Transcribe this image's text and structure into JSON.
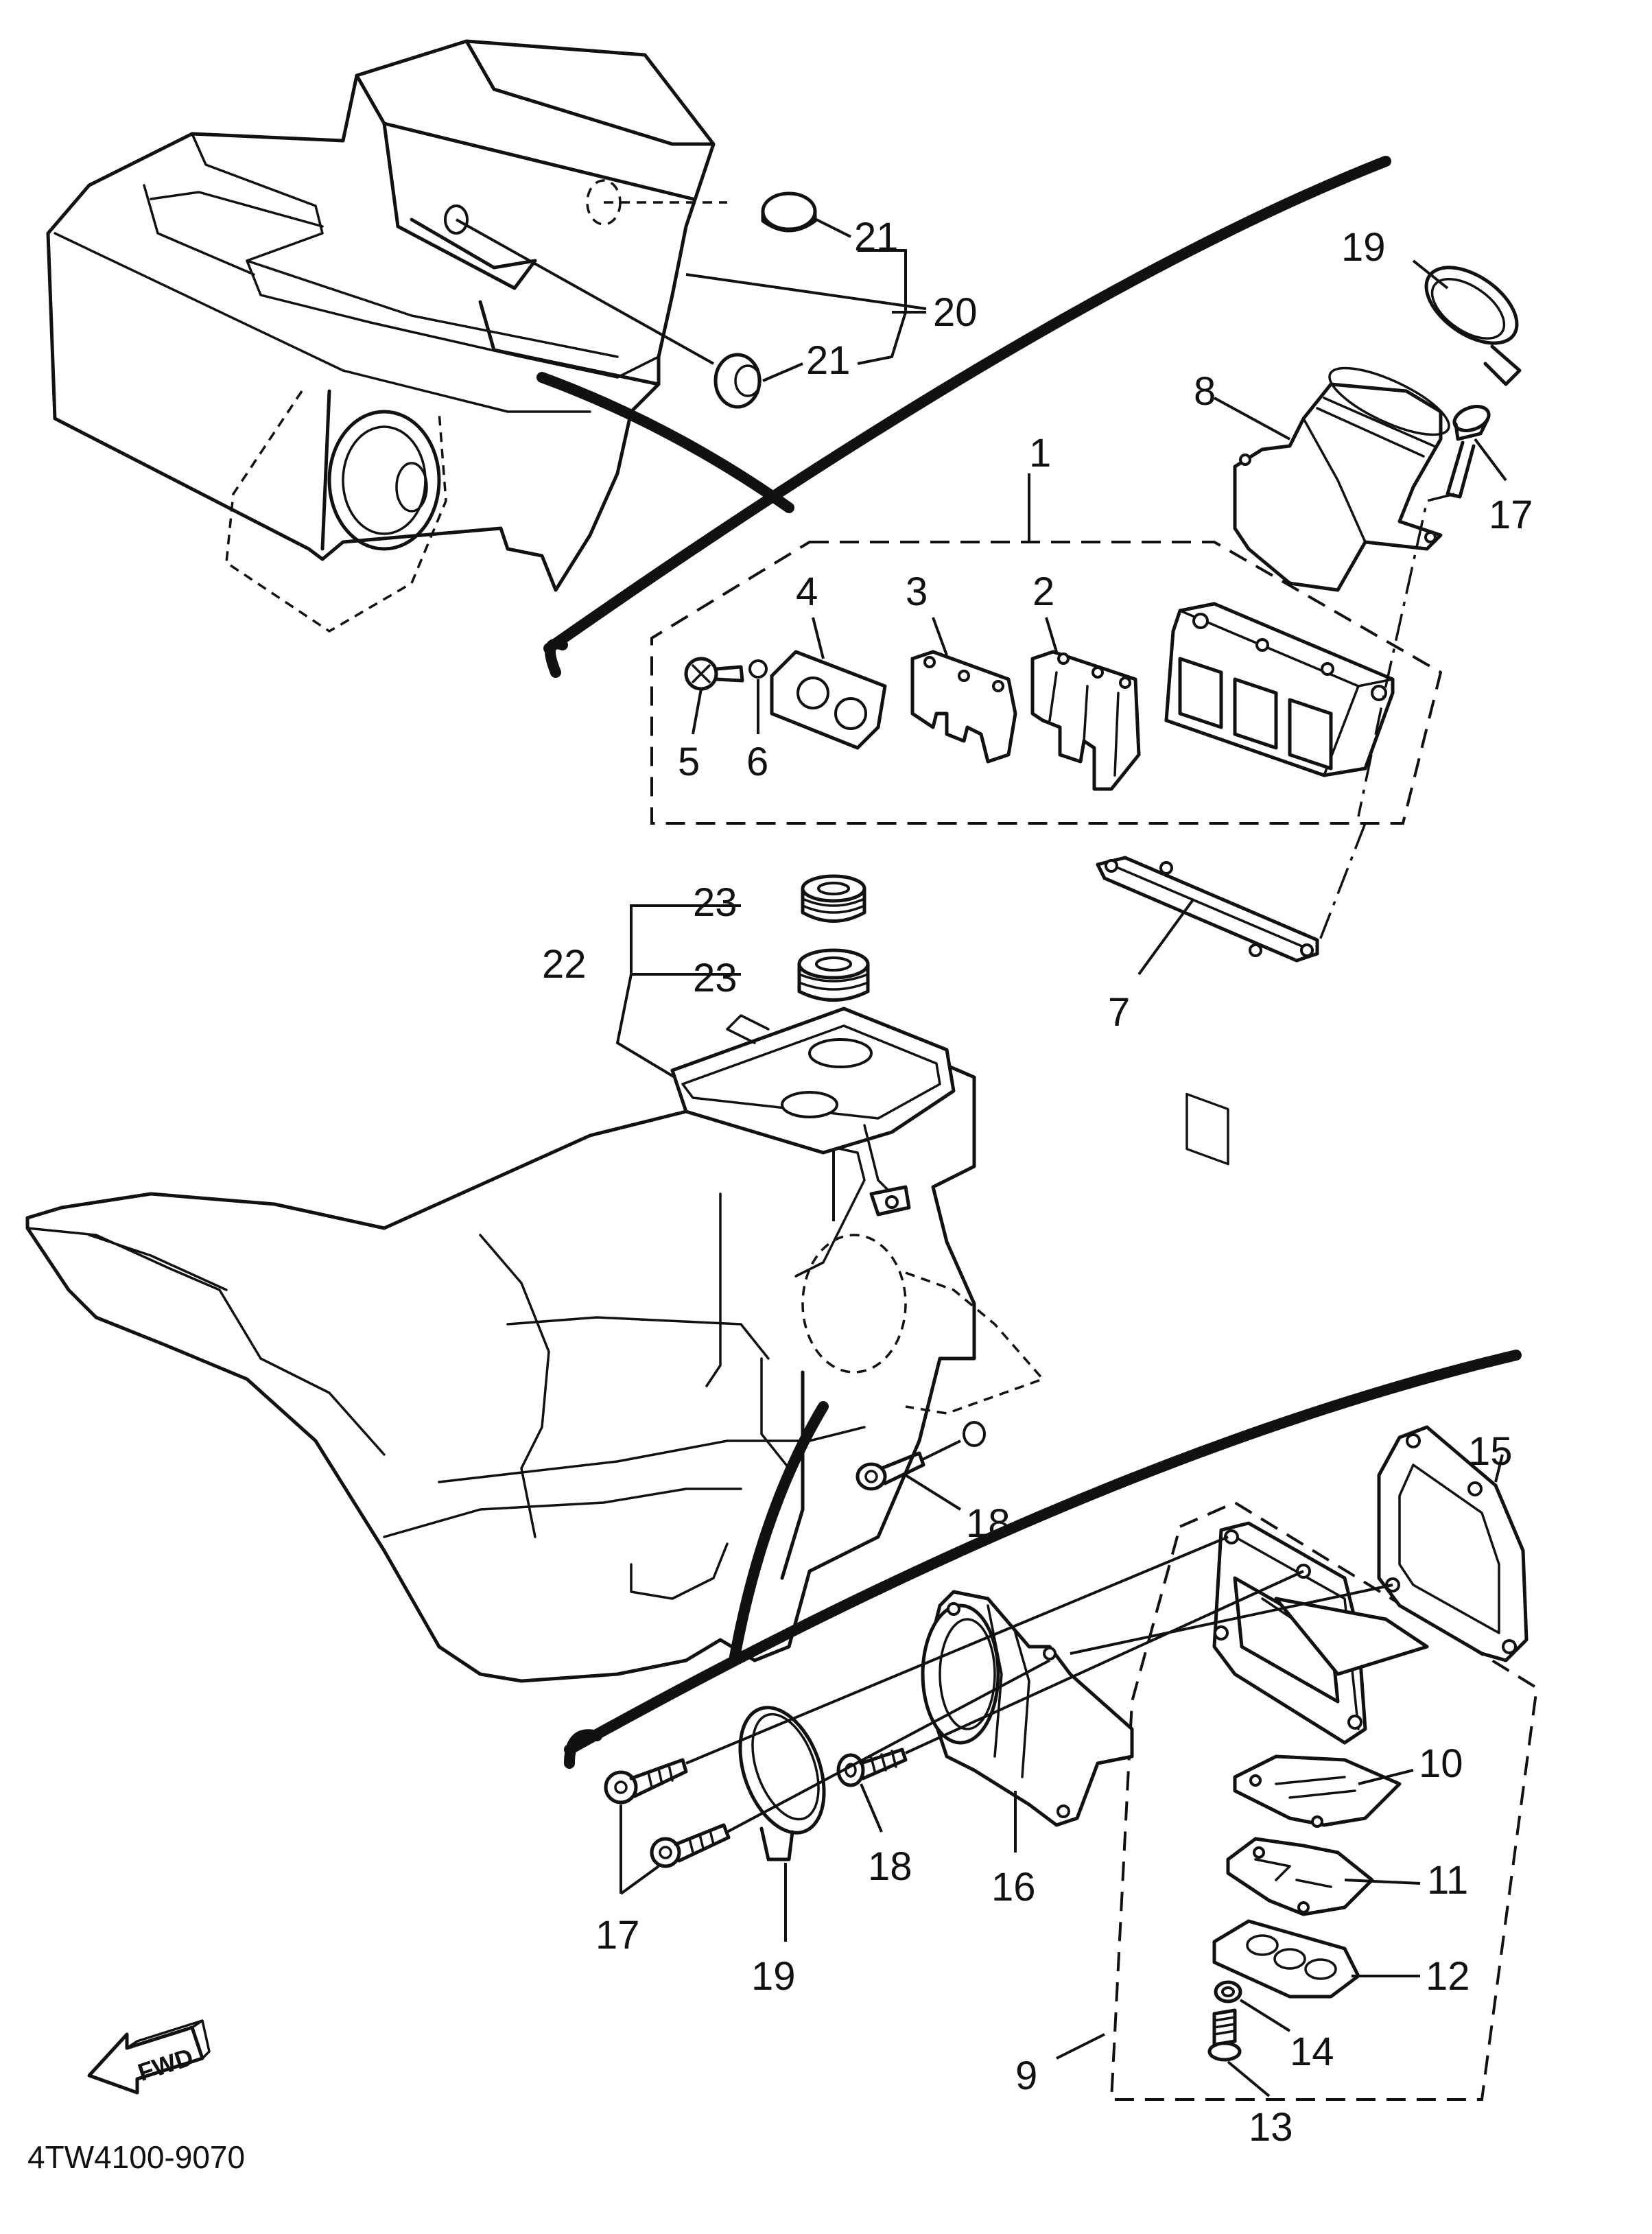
{
  "diagram_code": "4TW4100-9070",
  "fwd_label": "FWD",
  "callouts": {
    "c1": "1",
    "c2": "2",
    "c3": "3",
    "c4": "4",
    "c5": "5",
    "c6": "6",
    "c7": "7",
    "c8": "8",
    "c9": "9",
    "c10": "10",
    "c11": "11",
    "c12": "12",
    "c13": "13",
    "c14": "14",
    "c15": "15",
    "c16": "16",
    "c17_upper": "17",
    "c17_lower": "17",
    "c18_upper": "18",
    "c18_lower": "18",
    "c19_upper": "19",
    "c19_lower": "19",
    "c20": "20",
    "c21_upper": "21",
    "c21_lower": "21",
    "c22": "22",
    "c23_upper": "23",
    "c23_lower": "23"
  }
}
